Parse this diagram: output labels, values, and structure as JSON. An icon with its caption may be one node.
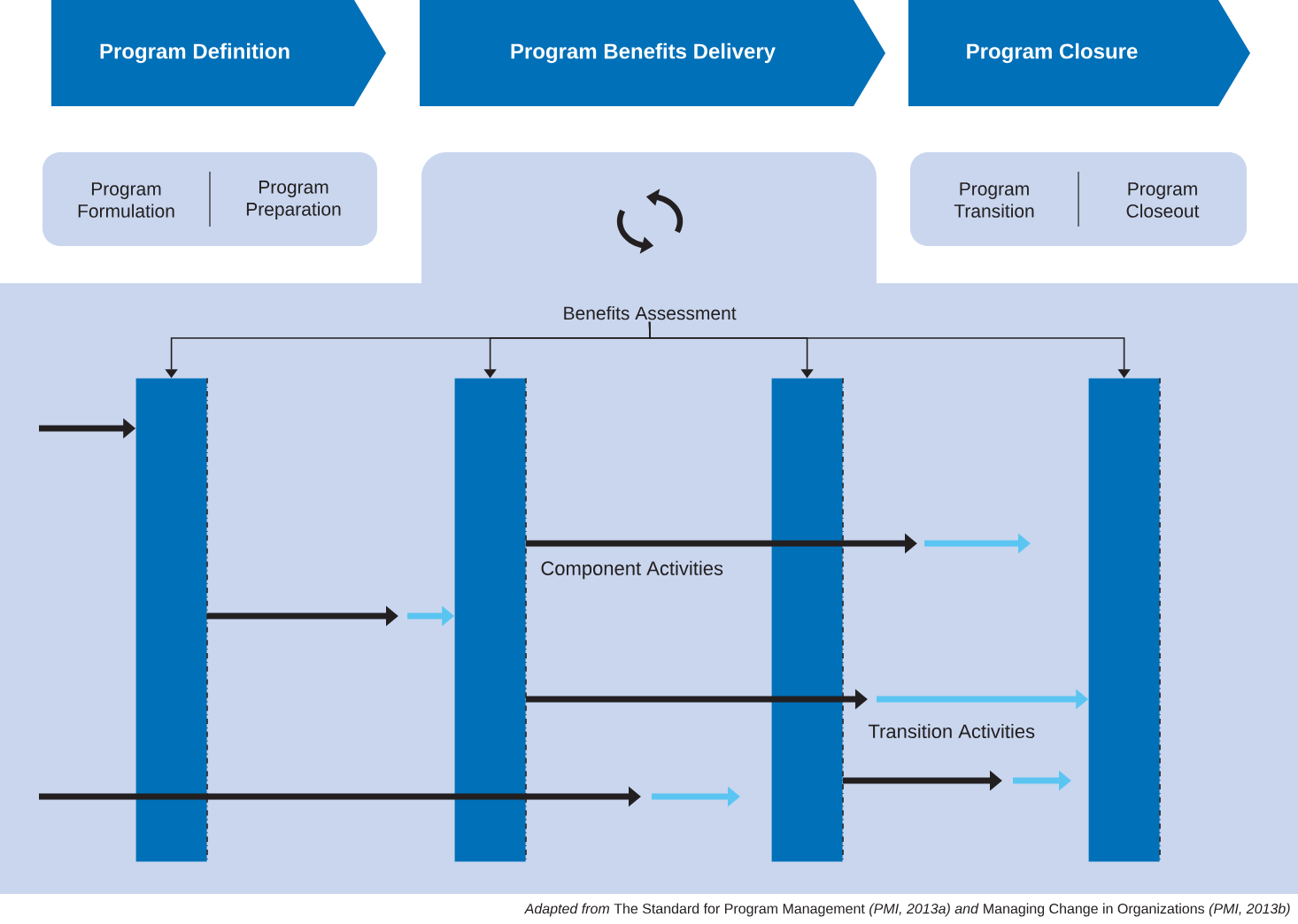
{
  "diagram": {
    "caption": "*Adapted from* The Standard for Program Management *(PMI, 2013a) and* Managing Change in Organizations *(PMI, 2013b)*",
    "nodes": [
      {
        "text": [
          "Program Definition"
        ]
      },
      {
        "text": [
          "Program Benefits Delivery"
        ]
      },
      {
        "text": [
          "Program Closure"
        ]
      },
      {
        "text": [
          "Program Formulation",
          "Program Preparation"
        ]
      },
      {
        "text": [],
        "shape": "box"
      },
      {
        "text": [
          "Program Transition",
          "Program Closeout"
        ]
      },
      {
        "text": [
          "Benefits Assessment"
        ],
        "in": 4
      },
      {
        "text": [],
        "shape": "bar",
        "in": 4
      },
      {
        "text": [],
        "shape": "bar",
        "in": 4
      },
      {
        "text": [],
        "shape": "bar",
        "in": 4
      },
      {
        "text": [],
        "shape": "bar",
        "in": 4
      }
    ],
    "edges": [
      {
        "from": 6,
        "to": 7,
        "arrow": "to"
      },
      {
        "from": 6,
        "to": 8,
        "arrow": "to"
      },
      {
        "from": 6,
        "to": 9,
        "arrow": "to"
      },
      {
        "from": 6,
        "to": 10,
        "arrow": "to"
      },
      {
        "from": null,
        "to": 7,
        "arrow": "to"
      },
      {
        "from": 7,
        "to": null,
        "arrow": "to"
      },
      {
        "from": null,
        "to": 8,
        "arrow": "to",
        "color": "#5bc5f2"
      },
      {
        "from": 8,
        "to": null,
        "arrow": "to"
      },
      {
        "from": 8,
        "to": 9,
        "arrow": "to"
      },
      {
        "from": null,
        "to": 10,
        "arrow": "to",
        "color": "#5bc5f2"
      },
      {
        "from": 9,
        "to": null,
        "arrow": "to"
      }
    ],
    "labels": [
      "Component Activities",
      "Transition Activities"
    ]
  }
}
